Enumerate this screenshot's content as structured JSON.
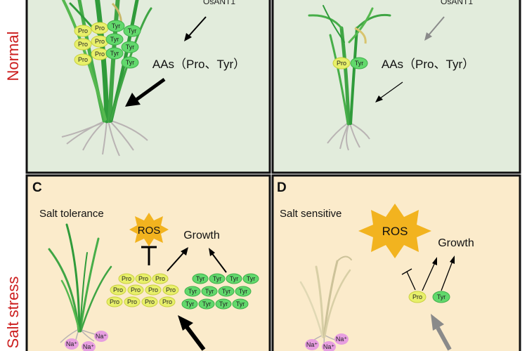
{
  "row_labels": {
    "normal": "Normal",
    "salt": "Salt stress"
  },
  "panel_letters": {
    "c": "C",
    "d": "D"
  },
  "gene": {
    "a": "OsANT1",
    "b": "OsANT1"
  },
  "aas": {
    "a": "AAs（Pro、Tyr）",
    "b": "AAs（Pro、Tyr）"
  },
  "phenotype": {
    "c": "Salt tolerance",
    "d": "Salt sensitive"
  },
  "ros": {
    "c": "ROS",
    "d": "ROS"
  },
  "growth": {
    "c": "Growth",
    "d": "Growth"
  },
  "amino": {
    "pro": "Pro",
    "tyr": "Tyr"
  },
  "sodium": "Na⁺",
  "colors": {
    "normal_bg": "#e2ecdc",
    "salt_bg": "#fbebcb",
    "border": "#111111",
    "row_label": "#cc1f1f",
    "pro_fill": "#e8f06a",
    "tyr_fill": "#62d86c",
    "ros_fill": "#f2b31f",
    "sodium_fill": "#e79ee0",
    "plant_green": "#3fa544",
    "plant_dry": "#d8cfa6",
    "root": "#b9b3b3",
    "arrow_dark": "#000000",
    "arrow_grey": "#8a8a8a"
  }
}
